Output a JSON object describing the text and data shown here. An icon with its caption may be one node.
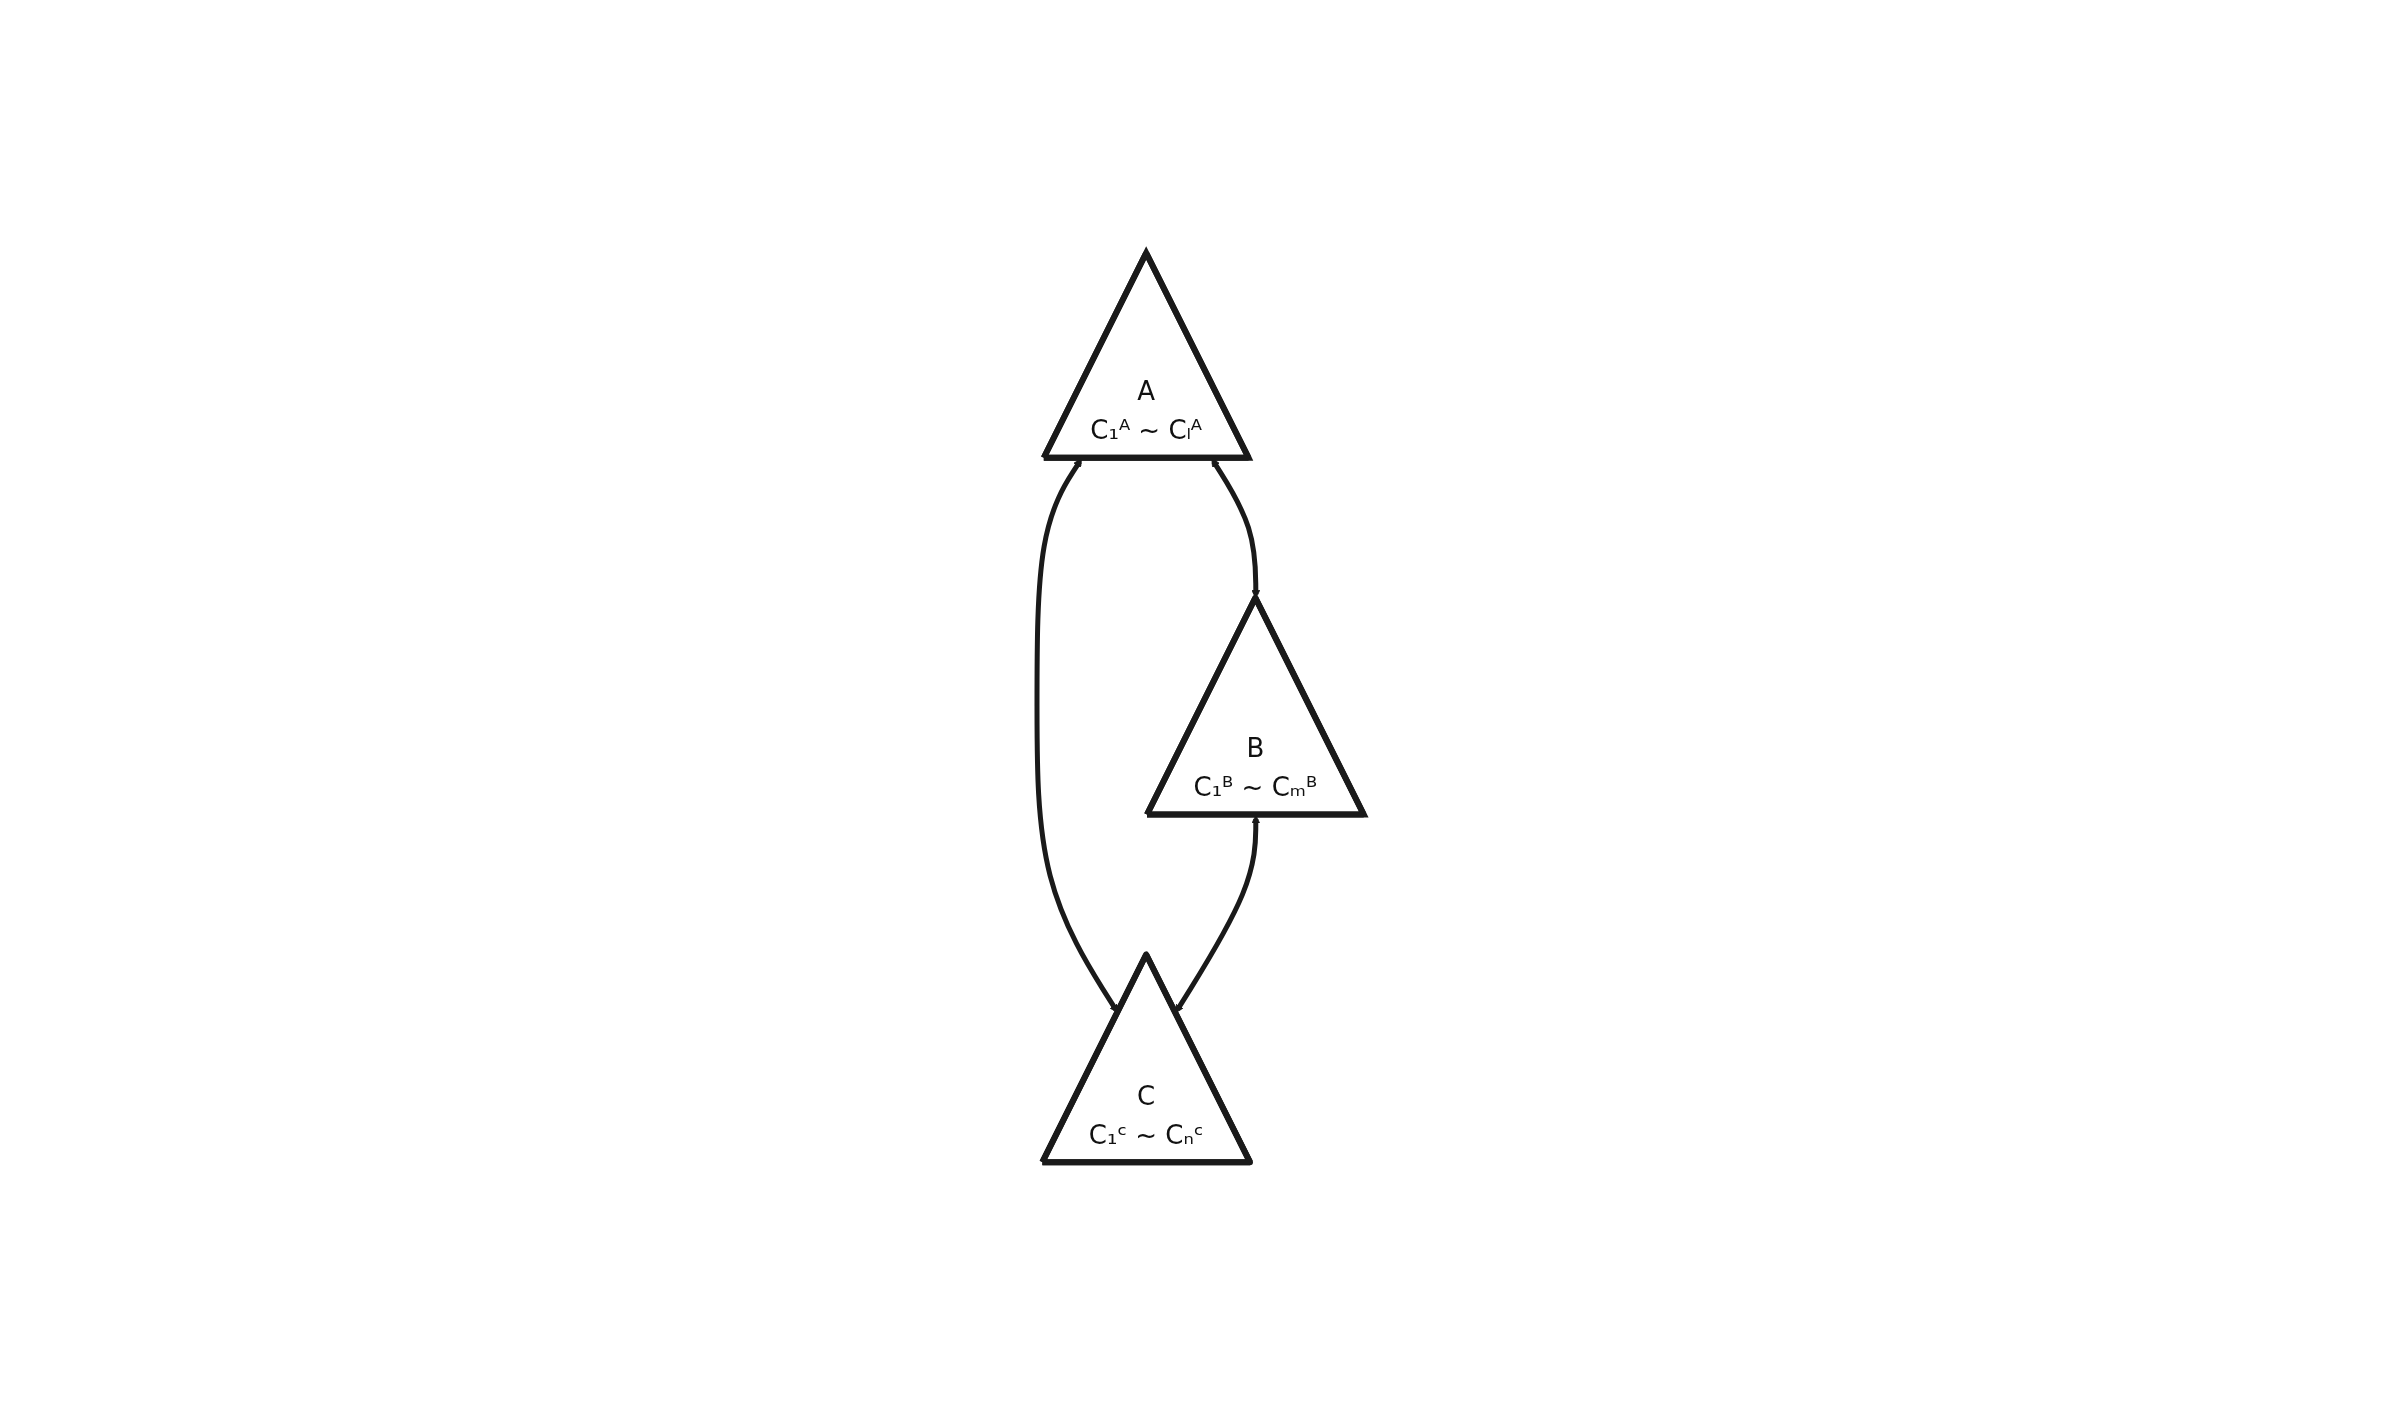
{
  "diagram": {
    "nodes": [
      {
        "text": [
          "A",
          "C₁ᴬ ~ Cₗᴬ"
        ]
      },
      {
        "text": [
          "B",
          "C₁ᴮ ~ Cₘᴮ"
        ]
      },
      {
        "text": [
          "C",
          "C₁ᶜ ~ Cₙᶜ"
        ]
      }
    ],
    "edges": [
      {
        "from": 0,
        "to": 1,
        "arrow": "both"
      },
      {
        "from": 0,
        "to": 2,
        "arrow": "both"
      },
      {
        "from": 1,
        "to": 2,
        "arrow": "both"
      }
    ]
  }
}
